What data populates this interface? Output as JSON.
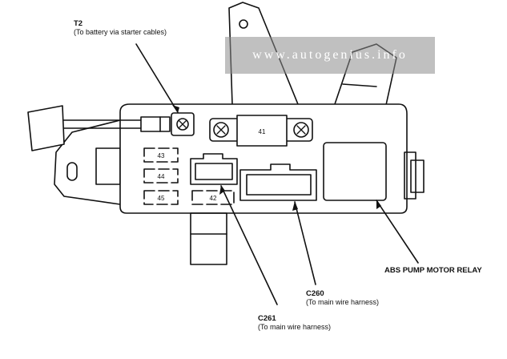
{
  "watermark": {
    "text": "www.autogenius.info"
  },
  "labels": {
    "t2": {
      "id": "T2",
      "desc": "(To battery via starter cables)"
    },
    "c260": {
      "id": "C260",
      "desc": "(To main wire harness)"
    },
    "c261": {
      "id": "C261",
      "desc": "(To main wire harness)"
    },
    "abs": {
      "text": "ABS PUMP MOTOR RELAY"
    }
  },
  "fuses": {
    "f41": "41",
    "f42": "42",
    "f43": "43",
    "f44": "44",
    "f45": "45"
  }
}
